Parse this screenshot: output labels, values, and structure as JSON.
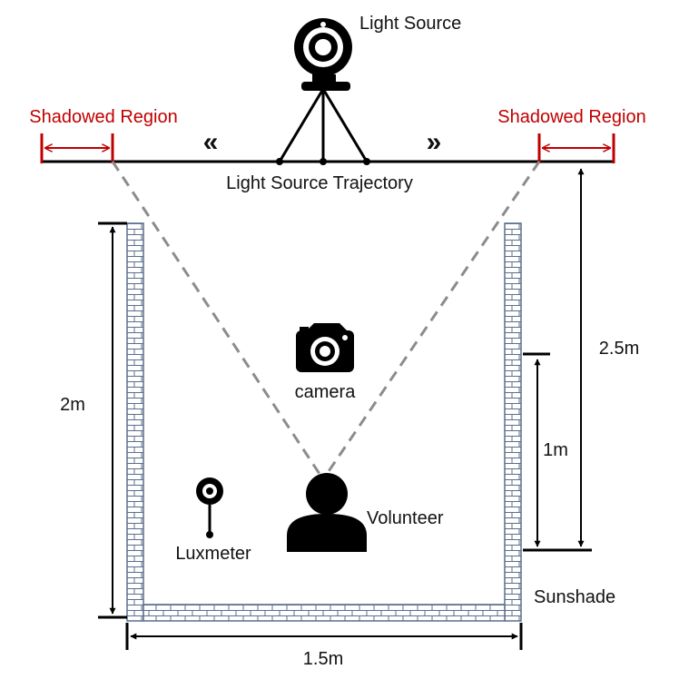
{
  "labels": {
    "light_source": "Light Source",
    "shadow_left": "Shadowed Region",
    "shadow_right": "Shadowed Region",
    "trajectory": "Light Source Trajectory",
    "camera": "camera",
    "volunteer": "Volunteer",
    "luxmeter": "Luxmeter",
    "sunshade": "Sunshade"
  },
  "dimensions": {
    "wall_height": "2m",
    "trajectory_height": "2.5m",
    "volunteer_height": "1m",
    "room_width": "1.5m"
  },
  "symbols": {
    "move_left": "«",
    "move_right": "»"
  },
  "colors": {
    "shadow": "#c00000",
    "line": "#000000",
    "dashed": "#8c8c8c",
    "brick_mortar": "#5c6f8c"
  },
  "icons": [
    "webcam-icon",
    "tripod-icon",
    "camera-icon",
    "person-icon",
    "luxmeter-icon",
    "brick-wall"
  ]
}
